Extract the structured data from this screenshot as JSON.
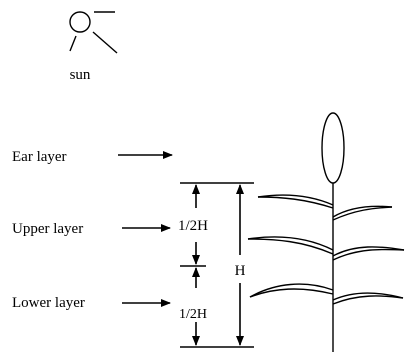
{
  "sun": {
    "label": "sun",
    "icon": "sun-icon"
  },
  "layers": {
    "ear": "Ear layer",
    "upper": "Upper layer",
    "lower": "Lower layer"
  },
  "dimensions": {
    "half_upper": "1/2H",
    "half_lower": "1/2H",
    "total": "H"
  },
  "plant": {
    "icon": "crop-plant-icon"
  }
}
